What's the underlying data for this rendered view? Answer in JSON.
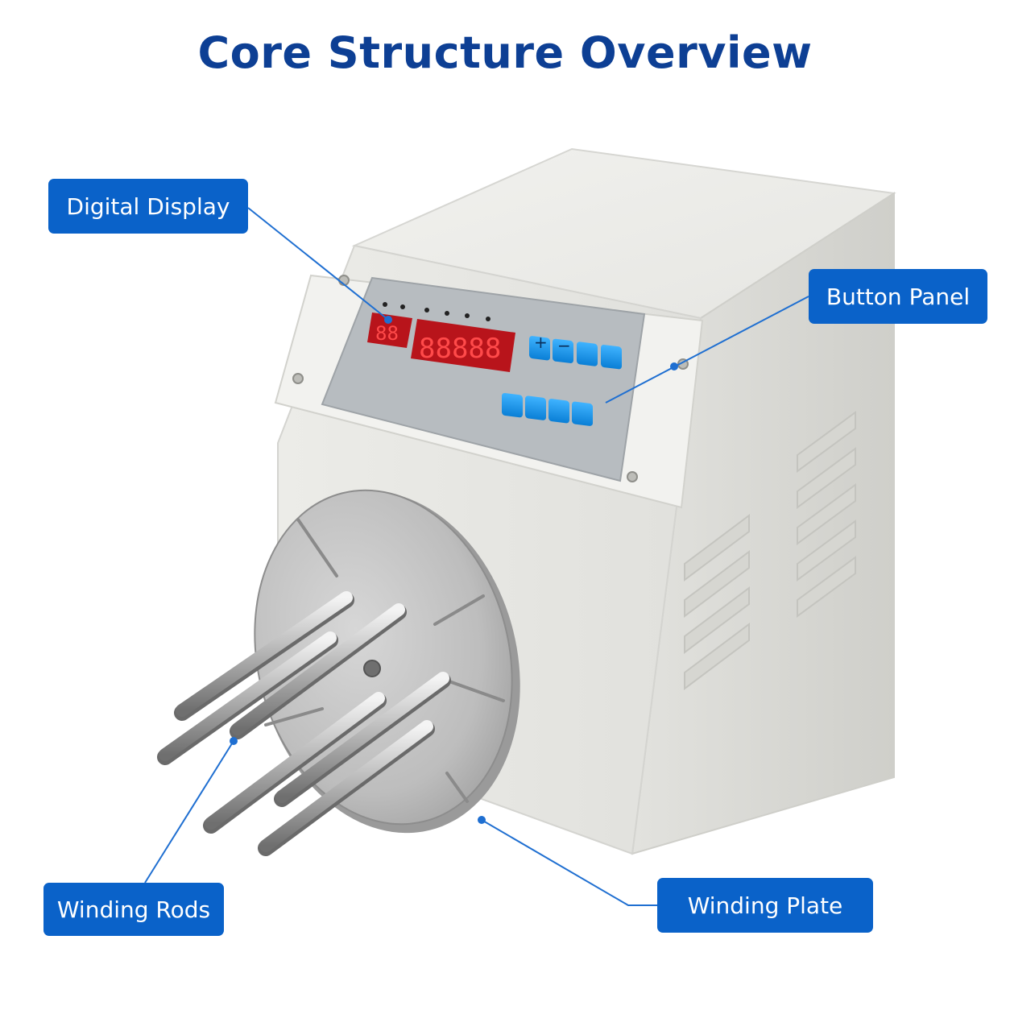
{
  "title": "Core Structure Overview",
  "callouts": {
    "digital_display": "Digital Display",
    "button_panel": "Button Panel",
    "winding_rods": "Winding Rods",
    "winding_plate": "Winding Plate"
  },
  "panel": {
    "display_small": "88",
    "display_main": "88888",
    "btn_plus": "+",
    "btn_minus": "−"
  },
  "colors": {
    "title": "#0d3f94",
    "callout_bg": "#0a62c9",
    "leader_line": "#1f6fd1",
    "led_segments": "#ff4a4a"
  }
}
